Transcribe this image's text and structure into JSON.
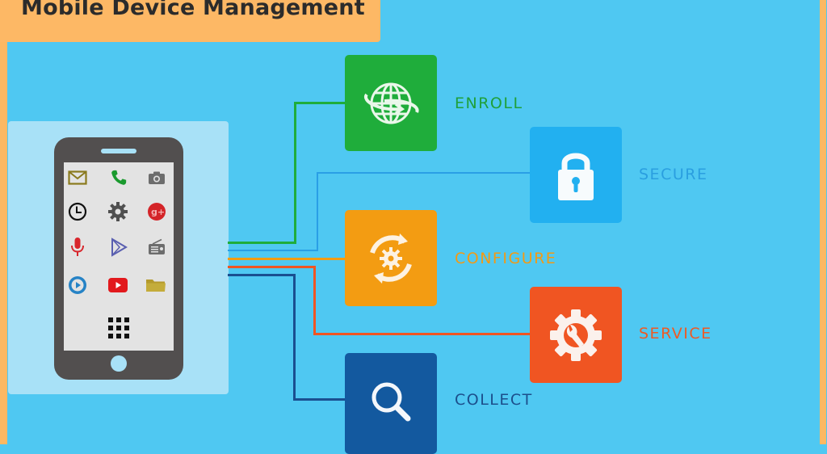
{
  "header": {
    "title": "Mobile Device Management"
  },
  "colors": {
    "background": "#4fc8f2",
    "frame": "#fcb862",
    "panel": "#a8e1f7",
    "phone_body": "#524f4f",
    "phone_screen": "#e3e3e3",
    "enroll": "#1fad3b",
    "secure": "#22b0f0",
    "configure": "#f39c12",
    "service": "#f05522",
    "collect": "#13599f"
  },
  "phone": {
    "apps": [
      {
        "name": "mail",
        "icon": "mail-icon"
      },
      {
        "name": "phone",
        "icon": "phone-icon"
      },
      {
        "name": "camera",
        "icon": "camera-icon"
      },
      {
        "name": "clock",
        "icon": "clock-icon"
      },
      {
        "name": "settings",
        "icon": "gear-icon"
      },
      {
        "name": "google-plus",
        "icon": "google-plus-icon"
      },
      {
        "name": "microphone",
        "icon": "microphone-icon"
      },
      {
        "name": "play-store",
        "icon": "play-store-icon"
      },
      {
        "name": "radio",
        "icon": "radio-icon"
      },
      {
        "name": "media-player",
        "icon": "play-circle-icon"
      },
      {
        "name": "youtube",
        "icon": "youtube-icon"
      },
      {
        "name": "folder",
        "icon": "folder-icon"
      },
      {
        "name": "app-drawer",
        "icon": "app-grid-icon"
      }
    ]
  },
  "steps": [
    {
      "id": "enroll",
      "label": "ENROLL",
      "icon": "globe-icon",
      "color": "#1fad3b",
      "text_color": "#1fa03a"
    },
    {
      "id": "secure",
      "label": "SECURE",
      "icon": "lock-icon",
      "color": "#22b0f0",
      "text_color": "#2a9fe0"
    },
    {
      "id": "configure",
      "label": "CONFIGURE",
      "icon": "sync-gear-icon",
      "color": "#f39c12",
      "text_color": "#f39a14"
    },
    {
      "id": "service",
      "label": "SERVICE",
      "icon": "gear-wrench-icon",
      "color": "#f05522",
      "text_color": "#ee5a24"
    },
    {
      "id": "collect",
      "label": "COLLECT",
      "icon": "search-icon",
      "color": "#13599f",
      "text_color": "#1c4f8c"
    }
  ]
}
